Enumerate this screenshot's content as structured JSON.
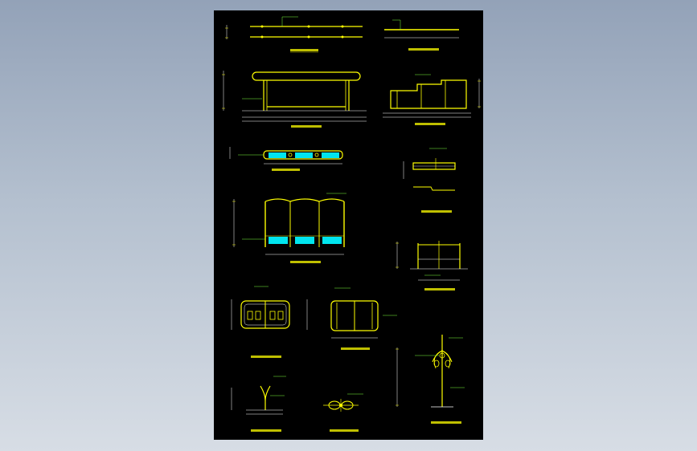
{
  "app": {
    "title": "",
    "colors": {
      "background_top": "#93a2b8",
      "background_bottom": "#d7dde5",
      "sheet": "#000000",
      "line_primary": "#ffff00",
      "line_secondary": "#ffffff",
      "leader": "#7cff3c",
      "fill_panel": "#00e5ee",
      "text": "#ffff00"
    }
  },
  "drawing": {
    "views": [
      {
        "id": "v1",
        "caption": "",
        "note": ""
      },
      {
        "id": "v2",
        "caption": "",
        "note": ""
      },
      {
        "id": "v3",
        "caption": "",
        "note": ""
      },
      {
        "id": "v4",
        "caption": "",
        "note": ""
      },
      {
        "id": "v5",
        "caption": "",
        "note": ""
      },
      {
        "id": "v6",
        "caption": "",
        "note": ""
      },
      {
        "id": "v7",
        "caption": "",
        "note": ""
      },
      {
        "id": "v8",
        "caption": "",
        "note": ""
      },
      {
        "id": "v9",
        "caption": "",
        "note": ""
      },
      {
        "id": "v10",
        "caption": "",
        "note": ""
      },
      {
        "id": "v11",
        "caption": "",
        "note": ""
      },
      {
        "id": "v12",
        "caption": "",
        "note": ""
      },
      {
        "id": "v13",
        "caption": "",
        "note": ""
      },
      {
        "id": "v14",
        "caption": "",
        "note": ""
      }
    ]
  }
}
